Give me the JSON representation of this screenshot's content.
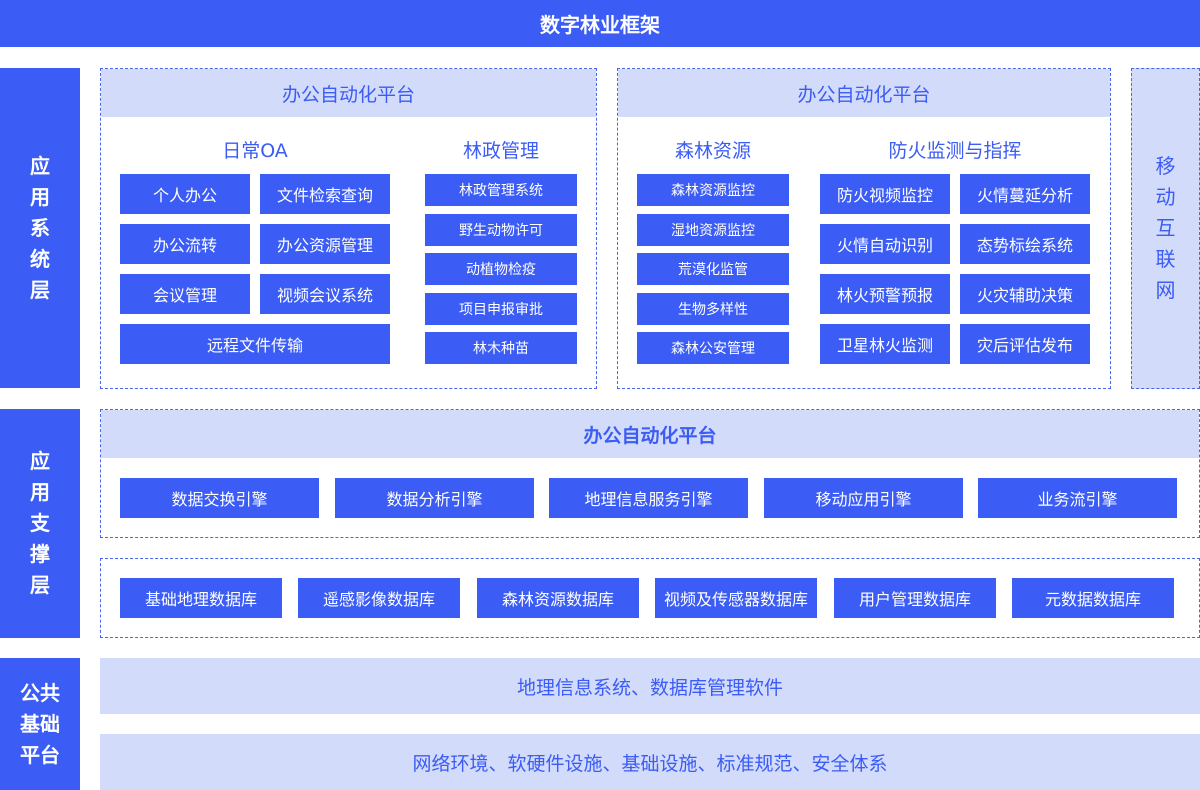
{
  "title": "数字林业框架",
  "layers": {
    "app_system": [
      "应",
      "用",
      "系",
      "统",
      "层"
    ],
    "app_support": [
      "应",
      "用",
      "支",
      "撑",
      "层"
    ],
    "public_base": [
      "公共",
      "基础",
      "平台"
    ]
  },
  "app_system": {
    "left_panel": {
      "header": "办公自动化平台",
      "daily_oa": {
        "title": "日常OA",
        "items": [
          "个人办公",
          "文件检索查询",
          "办公流转",
          "办公资源管理",
          "会议管理",
          "视频会议系统",
          "远程文件传输"
        ]
      },
      "forestry_admin": {
        "title": "林政管理",
        "items": [
          "林政管理系统",
          "野生动物许可",
          "动植物检疫",
          "项目申报审批",
          "林木种苗"
        ]
      }
    },
    "right_panel": {
      "header": "办公自动化平台",
      "forest_resources": {
        "title": "森林资源",
        "items": [
          "森林资源监控",
          "湿地资源监控",
          "荒漠化监管",
          "生物多样性",
          "森林公安管理"
        ]
      },
      "fire_monitoring": {
        "title": "防火监测与指挥",
        "items": [
          "防火视频监控",
          "火情蔓延分析",
          "火情自动识别",
          "态势标绘系统",
          "林火预警预报",
          "火灾辅助决策",
          "卫星林火监测",
          "灾后评估发布"
        ]
      }
    },
    "mobile_internet": [
      "移",
      "动",
      "互",
      "联",
      "网"
    ]
  },
  "app_support": {
    "engine_panel": {
      "header": "办公自动化平台",
      "engines": [
        "数据交换引擎",
        "数据分析引擎",
        "地理信息服务引擎",
        "移动应用引擎",
        "业务流引擎"
      ]
    },
    "databases": [
      "基础地理数据库",
      "遥感影像数据库",
      "森林资源数据库",
      "视频及传感器数据库",
      "用户管理数据库",
      "元数据数据库"
    ]
  },
  "public_base": {
    "software": "地理信息系统、数据库管理软件",
    "infrastructure": "网络环境、软硬件设施、基础设施、标准规范、安全体系"
  }
}
